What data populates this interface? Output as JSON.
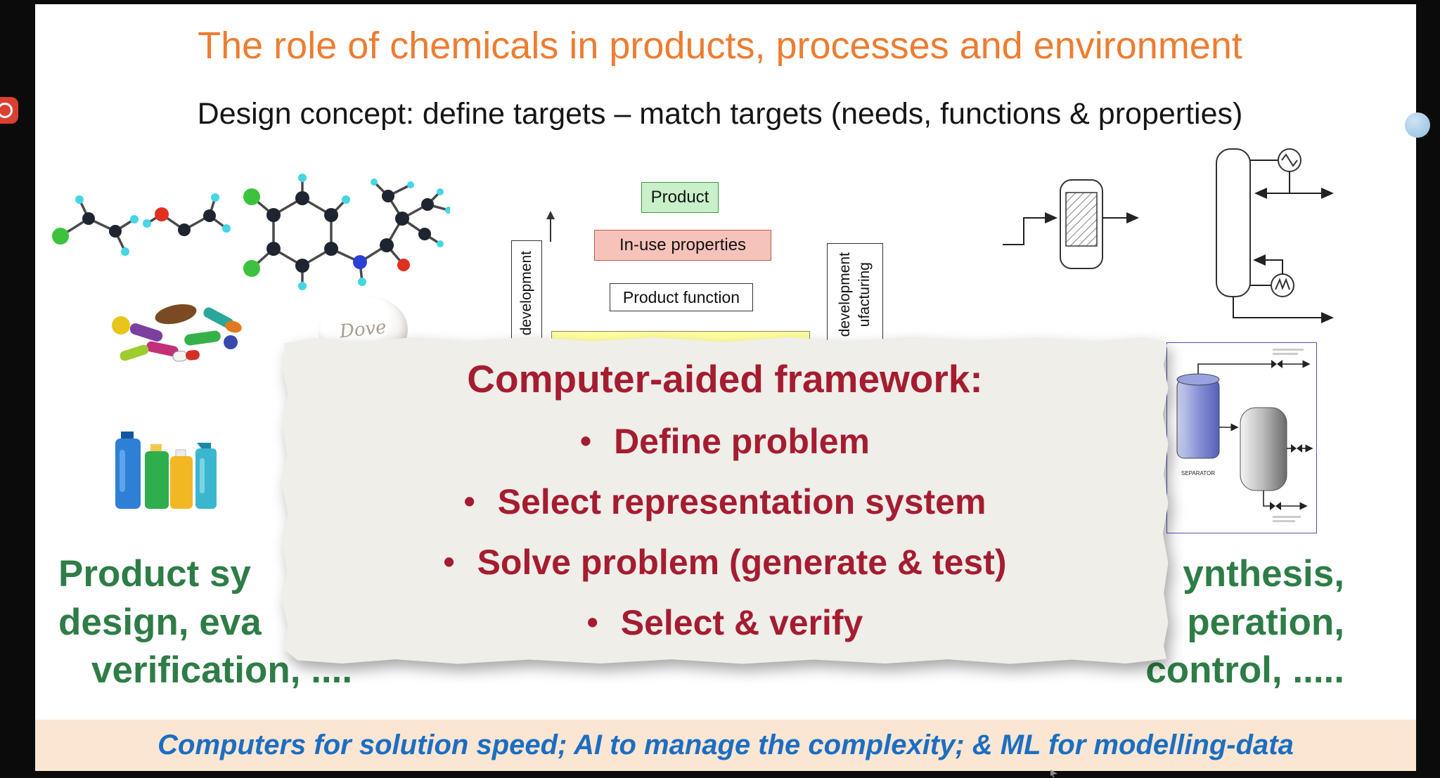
{
  "slide": {
    "title": "The role of chemicals in products, processes and environment",
    "subtitle": "Design concept: define targets – match targets (needs, functions & properties)"
  },
  "flowchart": {
    "product_label": "Product",
    "in_use_label": "In-use properties",
    "function_label": "Product function",
    "left_axis_label": "development",
    "right_axis_label_1": "development",
    "right_axis_label_2": "ufacturing"
  },
  "images": {
    "soap_brand": "Dove",
    "flowsheet_label": "SEPARATOR"
  },
  "framework_overlay": {
    "title": "Computer-aided framework:",
    "bullets": [
      "Define problem",
      "Select representation system",
      "Solve problem (generate & test)",
      "Select & verify"
    ]
  },
  "left_caption": {
    "line1": "Product sy",
    "line2": "design, eva",
    "line3": "verification, ...."
  },
  "right_caption": {
    "line1": "ynthesis,",
    "line2": "peration,",
    "line3": "control, ....."
  },
  "banner": {
    "text": "Computers for solution speed; AI to manage the complexity; & ML for modelling-data"
  },
  "colors": {
    "title_orange": "#ed7d31",
    "overlay_red": "#a51c30",
    "caption_green": "#2e7d46",
    "banner_blue": "#1b6ec2",
    "banner_bg": "#fbe6d3"
  }
}
